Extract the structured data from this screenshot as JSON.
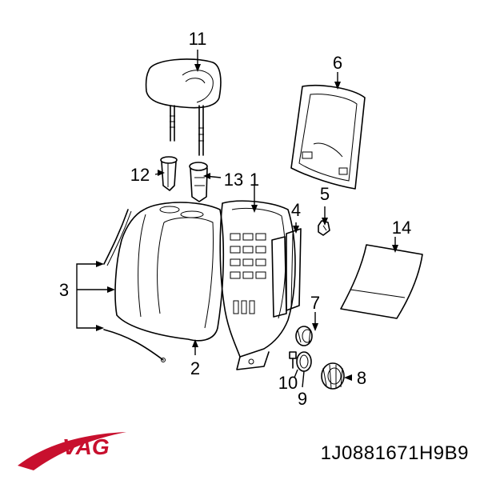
{
  "callouts": {
    "c1": "1",
    "c2": "2",
    "c3": "3",
    "c4": "4",
    "c5": "5",
    "c6": "6",
    "c7": "7",
    "c8": "8",
    "c9": "9",
    "c10": "10",
    "c11": "11",
    "c12": "12",
    "c13": "13",
    "c14": "14"
  },
  "brand": {
    "logo_text": "VAG",
    "logo_color": "#c8102e"
  },
  "part_number": "1J0881671H9B9"
}
